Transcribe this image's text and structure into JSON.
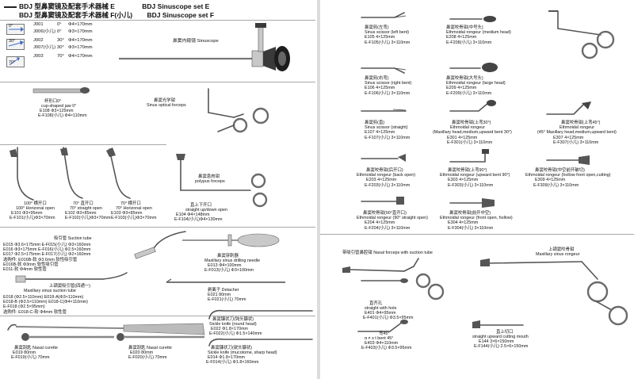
{
  "left": {
    "title_cn_e": "BDJ 型鼻窦镜及配套手术器械 E",
    "title_en_e": "BDJ Sinuscope set E",
    "title_cn_f": "BDJ 型鼻窦镜及配套手术器械 F(小儿)",
    "title_en_f": "BDJ Sinuscope set F",
    "scope_label": "鼻窦内窥镜 Sinuscope",
    "scope_rows": [
      {
        "angle_icon": "0°",
        "code": "J001",
        "angle": "0°",
        "spec": "Φ4×170mm"
      },
      {
        "angle_icon": "",
        "code": "J006(小儿)",
        "angle": "0°",
        "spec": "Φ3×170mm"
      },
      {
        "angle_icon": "30°",
        "code": "J002",
        "angle": "30°",
        "spec": "Φ4×170mm"
      },
      {
        "angle_icon": "",
        "code": "J007(小儿)",
        "angle": "30°",
        "spec": "Φ3×170mm"
      },
      {
        "angle_icon": "70°",
        "code": "J003",
        "angle": "70°",
        "spec": "Φ4×170mm"
      }
    ],
    "cup_jaw": {
      "cn": "杯形口0°",
      "en": "cup-shaped jaw 0°",
      "l1": "E108         Φ3×125mm",
      "l2": "E-F108(小儿)   Φ4×110mm"
    },
    "optical": {
      "cn": "鼻窦光学钳",
      "en": "Sinus optical forceps"
    },
    "curettes_top": [
      {
        "cn": "100° 横开口",
        "en": "100° Horizonal open",
        "l1": "E101        Φ3×95mm",
        "l2": "E-F101(小儿)Φ3×70mm"
      },
      {
        "cn": "70° 直开口",
        "en": "70° straight open",
        "l1": "E102        Φ3×85mm",
        "l2": "E-F102(小儿)Φ3×70mm"
      },
      {
        "cn": "70° 横开口",
        "en": "70° Horizonal open",
        "l1": "E103        Φ3×85mm",
        "l2": "E-F103(小儿)Φ3×70mm"
      }
    ],
    "polypus": {
      "cn": "鼻窦息肉钳",
      "en": "polypus forceps",
      "sub_cn": "直上下开口",
      "sub_en": "straight up/down open",
      "l1": "E104        Φ4×148mm",
      "l2": "E-F104(小儿)Φ4×130mm"
    },
    "suction_title": "吸引管   Suction tube",
    "suction_rows": [
      "E015   Φ3.6×175mm     E-F015(小儿)   Φ3×160mm",
      "E016   Φ3×175mm       E-F016(小儿)   Φ2.5×160mm",
      "E017   Φ2.5×175mm     E-F017(小儿)   Φ2×160mm"
    ],
    "suction_opts": [
      "选购件: E016B-软  Φ3.6mm   软性吸引管",
      "        E016B-软  Φ3mm     软性吸引管",
      "        E011-软   Φ4mm     软性管"
    ],
    "drill": {
      "cn": "鼻窦穿刺器",
      "en": "Maxillary sinus drilling needle",
      "l1": "E013          Φ4×100mm",
      "l2": "E-F013(小儿)   Φ3×100mm"
    },
    "maxillary_tube": {
      "cn": "上颌窦吸引管(四通一)",
      "en": "Maxillary sinus suction tube",
      "l1": "E018  (Φ2.5×110mm)        E018-A(Φ3×110mm)",
      "l2": "E018-B (Φ3.5×110mm)      E018-C(Φ4×110mm)",
      "l3": "E-F018 (Φ2.5×95mm)",
      "l4": "选购件: E018-C-软  Φ4mm   软性管"
    },
    "detacher": {
      "cn": "剥离子  Detacher",
      "l1": "E021             80mm",
      "l2": "E-F021(小儿)   70mm"
    },
    "nasal1": {
      "cn": "鼻窦刮匙   Nasal curette",
      "l1": "E019            80mm",
      "l2": "E-F019(小儿)   70mm"
    },
    "nasal2": {
      "cn": "鼻窦刮匙   Nasal curette",
      "l1": "E020            80mm",
      "l2": "E-F020(小儿)   70mm"
    },
    "sickle1": {
      "cn": "鼻窦镰状刀(钝头镰状)",
      "en": "Sickle knife (round head)",
      "l1": "E022        Φ1.8×170mm",
      "l2": "E-F022(小儿)   Φ1.5×140mm"
    },
    "sickle2": {
      "cn": "鼻窦镰状刀(锐头镰状)",
      "en": "Sickle knife (mucotome, sharp head)",
      "l1": "E014        Φ1.8×170mm",
      "l2": "E-F014(小儿)  Φ1.8×160mm"
    }
  },
  "right": {
    "items": [
      {
        "id": "r1",
        "cn": "鼻窦剪(左弯)",
        "en": "Sinus scissor (left bent)",
        "l1": "E105           4×125mm",
        "l2": "E-F105(小儿)  3×110mm"
      },
      {
        "id": "r2",
        "cn": "鼻窦咬骨钳(中号头)",
        "en": "Ethmoidal rongeur (medium head)",
        "l1": "E208           4×125mm",
        "l2": "E-F208(小儿)  3×110mm"
      },
      {
        "id": "r3",
        "cn": "鼻窦剪(右弯)",
        "en": "Sinus scissor (right bent)",
        "l1": "E106           4×125mm",
        "l2": "E-F106(小儿)  3×110mm"
      },
      {
        "id": "r4",
        "cn": "鼻窦咬骨钳(大号头)",
        "en": "Ethmoidal rongeur (large head)",
        "l1": "E209           4×125mm",
        "l2": "E-F209(小儿)  3×110mm"
      },
      {
        "id": "r5",
        "cn": "鼻窦剪(直)",
        "en": "Sinus scissor (straight)",
        "l1": "E107           4×125mm",
        "l2": "E-F107(小儿)  3×110mm"
      },
      {
        "id": "r6",
        "cn": "鼻窦咬骨钳(上弯30°)",
        "en": "Ethmoidal rongeur",
        "en2": "(Maxillary head,medium,upward bent 30°)",
        "l1": "E301           4×125mm",
        "l2": "E-F301(小儿)  3×110mm"
      },
      {
        "id": "r7",
        "cn": "鼻窦咬骨钳(上弯45°)",
        "en": "Ethmoidal rongeur",
        "en2": "(45° Maxillary head,medium,upward bent)",
        "l1": "E307           4×125mm",
        "l2": "E-F307(小儿)  3×110mm"
      },
      {
        "id": "r8",
        "cn": "鼻窦咬骨钳(后开口)",
        "en": "Ethmoidal rongeur (back open)",
        "l1": "E203           4×125mm",
        "l2": "E-F203(小儿)  3×110mm"
      },
      {
        "id": "r9",
        "cn": "鼻窦咬骨钳(上弯90°)",
        "en": "Ethmoidal rongeur (upward bent 90°)",
        "l1": "E303           4×125mm",
        "l2": "E-F303(小儿)  3×110mm"
      },
      {
        "id": "r10",
        "cn": "鼻窦咬骨钳(中空前开破切)",
        "en": "Ethmoidal rongeur (hollow front open,cutting)",
        "l1": "E309           4×125mm",
        "l2": "E-F309(小儿)  3×110mm"
      },
      {
        "id": "r11",
        "cn": "鼻窦咬骨钳(90°直开口)",
        "en": "Ethmoidal rongeur (90° straight open)",
        "l1": "E204           4×125mm",
        "l2": "E-F204(小儿)  3×110mm"
      },
      {
        "id": "r12",
        "cn": "鼻窦咬骨钳(前开中空)",
        "en": "Ethmoidal rongeur (front open, hollow)",
        "l1": "E304           4×125mm",
        "l2": "E-F304(小儿)  3×110mm"
      }
    ],
    "nasal_forceps": "带吸引管鼻腔钳  Nasal forceps with suction tube",
    "straight_hole": {
      "cn": "直齐孔",
      "en": "straight with hole",
      "l1": "E401        Φ4×95mm",
      "l2": "E-F401(小儿)   Φ3.5×95mm"
    },
    "bent45": {
      "cn": "弯45°",
      "en": "α ≠ s t  bent  45°",
      "l1": "E403        Φ4×110mm",
      "l2": "E-F403(小儿)   Φ3.5×95mm"
    },
    "max_rongeur": {
      "cn": "上颌窦咬骨钳",
      "en": "Maxillary sinus rongeur"
    },
    "cutting": {
      "cn": "直上切口",
      "en": "straight upward cutting mouth",
      "l1": "E144        3×6×150mm",
      "l2": "E-F144(小儿)   2.5×6×150mm"
    }
  }
}
